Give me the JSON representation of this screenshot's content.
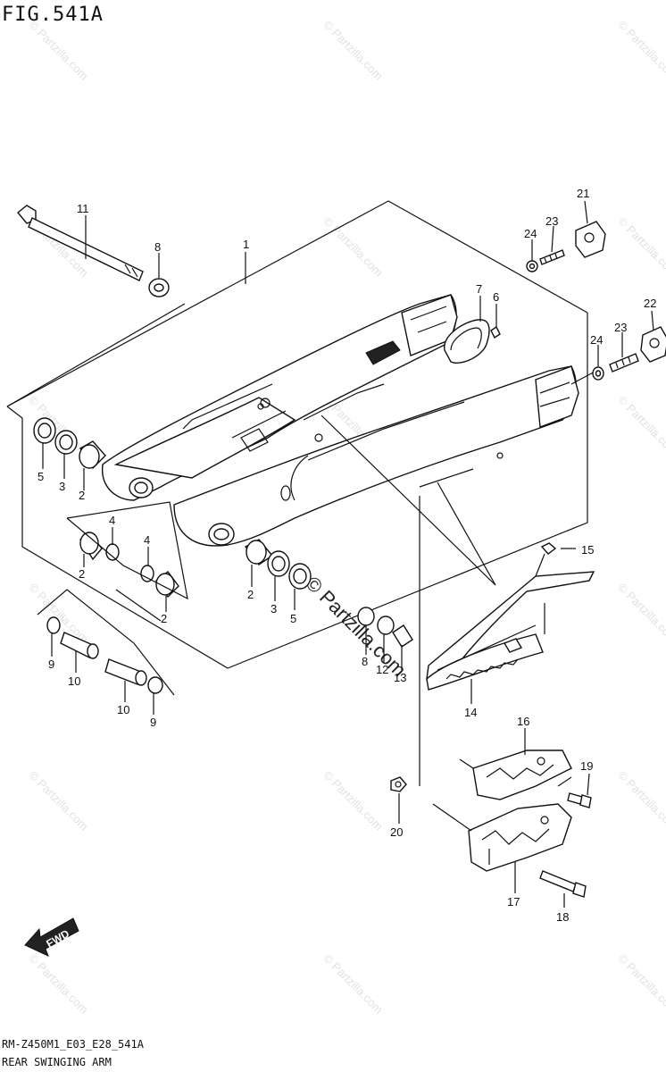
{
  "figure": {
    "title": "FIG.541A",
    "model_code": "RM-Z450M1_E03_E28_541A",
    "name": "REAR SWINGING ARM",
    "watermark": "© Partzilla.com",
    "fwd_label": "FWD"
  },
  "callouts": [
    "1",
    "2",
    "2",
    "2",
    "2",
    "3",
    "3",
    "4",
    "4",
    "5",
    "5",
    "6",
    "7",
    "8",
    "8",
    "9",
    "9",
    "10",
    "10",
    "11",
    "12",
    "13",
    "14",
    "15",
    "16",
    "17",
    "18",
    "19",
    "20",
    "21",
    "22",
    "23",
    "23",
    "24",
    "24"
  ]
}
